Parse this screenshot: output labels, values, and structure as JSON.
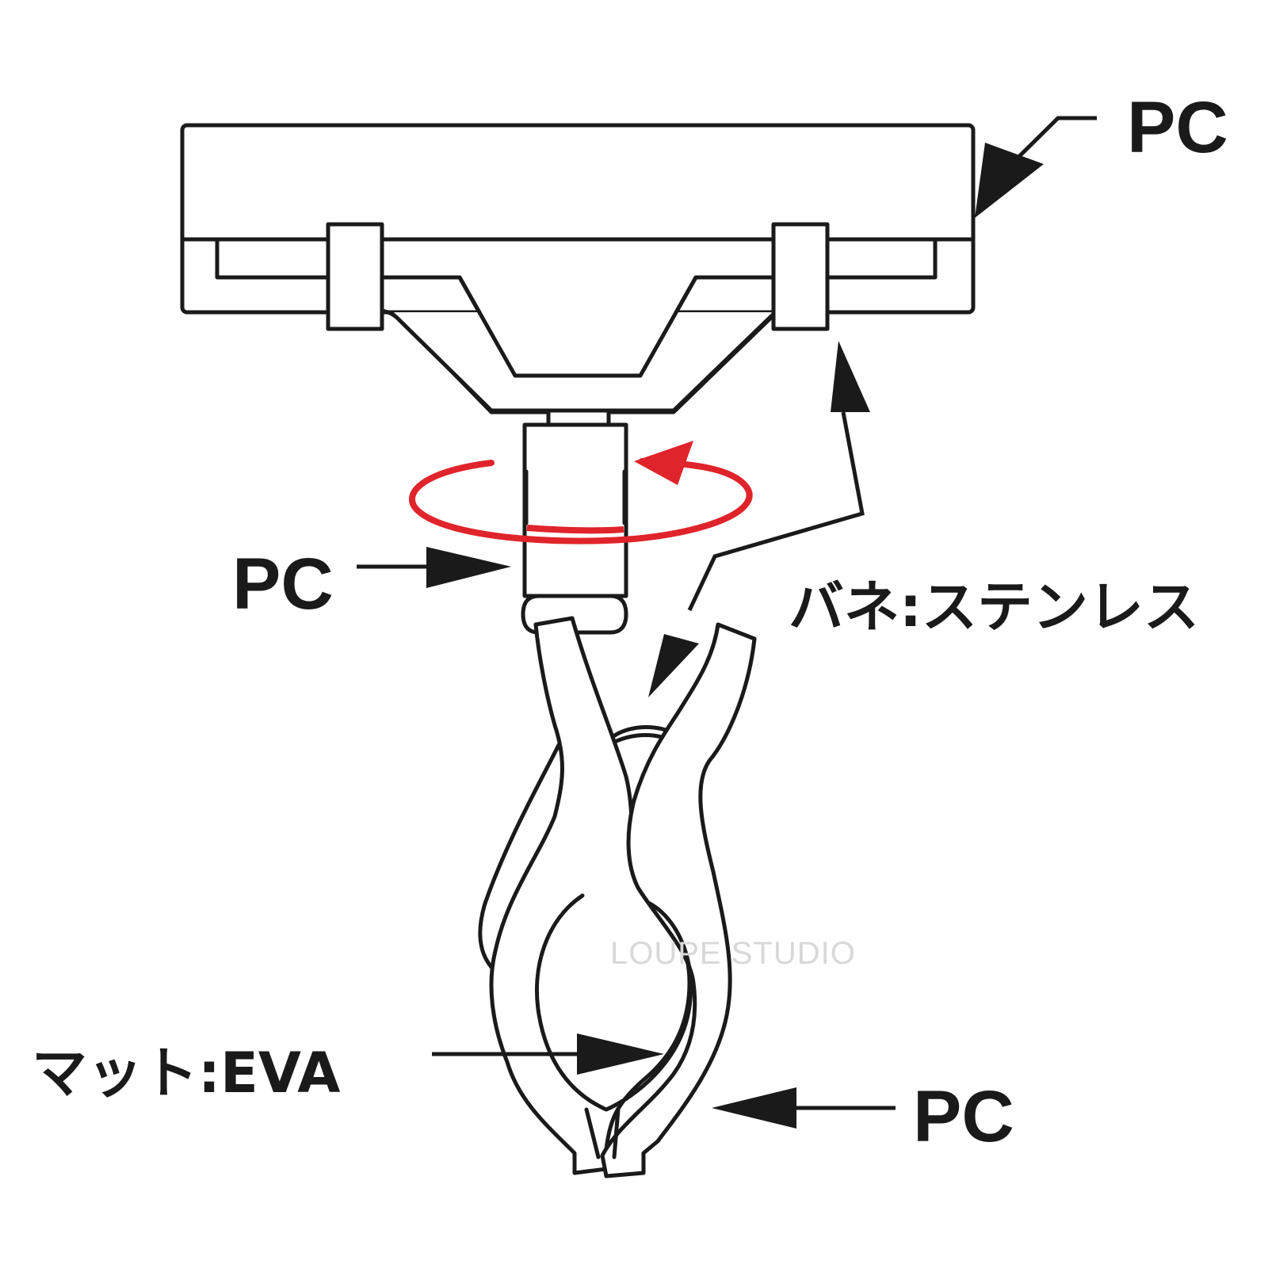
{
  "labels": {
    "top_right": "PC",
    "swivel": "PC",
    "spring": "バネ:ステンレス",
    "mat": "マット:EVA",
    "clip_body": "PC"
  },
  "watermark": "LOUPE STUDIO",
  "colors": {
    "line": "#1a1a1a",
    "rotation_arrow": "#e0242b",
    "background": "#ffffff"
  }
}
